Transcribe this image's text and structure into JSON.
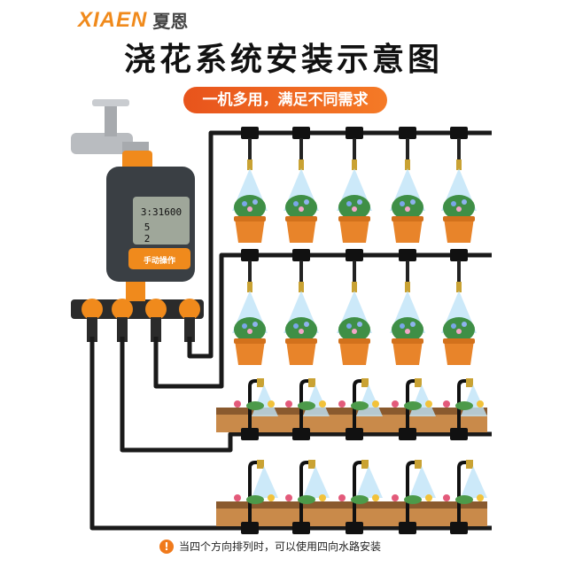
{
  "brand": {
    "logo": "XIAEN",
    "name_cn": "夏恩"
  },
  "title": "浇花系统安装示意图",
  "subtitle_pill": "一机多用，满足不同需求",
  "controller": {
    "lcd_line1": "3:31600",
    "lcd_line2": "5",
    "lcd_line3": "2",
    "button_label": "手动操作"
  },
  "note": {
    "icon": "warning-icon",
    "text": "当四个方向排列时，可以使用四向水路安装"
  },
  "colors": {
    "accent": "#f08a1c",
    "pill": "#e8541c",
    "pipe": "#1a1a1a",
    "pot": "#e8842a",
    "mist": "#bfe3f7"
  }
}
